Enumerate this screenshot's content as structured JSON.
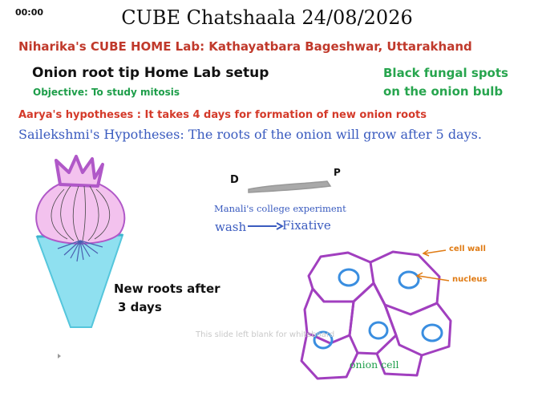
{
  "timer": "00:00",
  "title": "CUBE Chatshaala 24/08/2026",
  "lab_heading": "Niharika's CUBE HOME Lab: Kathayatbara Bageshwar, Uttarakhand",
  "setup_title": "Onion root tip Home Lab setup",
  "objective": "Objective: To study mitosis",
  "fungal_note": [
    "Black fungal spots",
    "on the onion bulb"
  ],
  "hypothesis_aarya": "Aarya's hypotheses : It takes 4 days for formation of new onion roots",
  "hypothesis_sailekshmi": "Sailekshmi's Hypotheses: The roots of the onion will grow after 5 days.",
  "root_labels": {
    "start": "D",
    "end": "P"
  },
  "experiment_caption": "Manali's college experiment",
  "process": {
    "from": "wash",
    "to": "Fixative"
  },
  "roots_note": [
    "New roots after",
    "3 days"
  ],
  "cell_labels": {
    "cell_wall": "cell wall",
    "nucleus": "nucleus",
    "caption": "onion cell"
  },
  "watermark": "This slide left blank for whiteboard",
  "colors": {
    "red": "#c0392b",
    "green": "#1e9e4a",
    "blue": "#3a5bbf",
    "orange": "#e07b14",
    "purple": "#a13fbf",
    "water": "#8fe0f0",
    "onion": "#f3c2ee"
  }
}
